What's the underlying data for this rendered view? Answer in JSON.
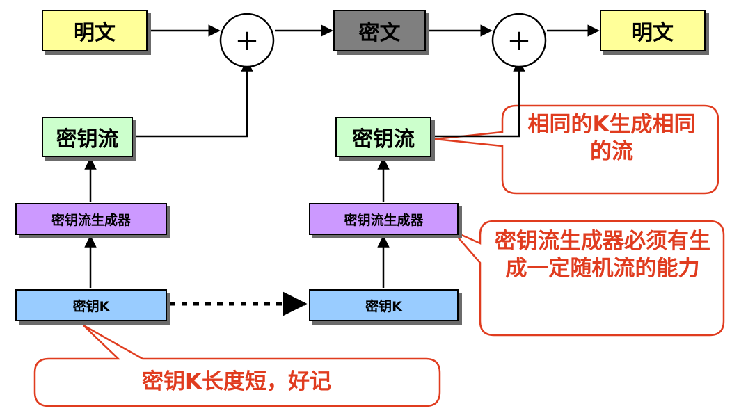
{
  "plaintext_in": "明文",
  "ciphertext": "密文",
  "plaintext_out": "明文",
  "keystream_left": "密钥流",
  "keystream_right": "密钥流",
  "generator_left": "密钥流生成器",
  "generator_right": "密钥流生成器",
  "key_left": "密钥K",
  "key_right": "密钥K",
  "xor_symbol": "+",
  "notes": {
    "same_key_same_stream": "相同的K生成相同的流",
    "generator_randomness": "密钥流生成器必须有生成一定随机流的能力",
    "key_short": "密钥K长度短，好记"
  },
  "colors": {
    "plaintext": "#ffff99",
    "ciphertext": "#7f7f7f",
    "keystream": "#ccffcc",
    "generator": "#cc99ff",
    "key": "#99ccff",
    "callout": "#e03c1f"
  }
}
